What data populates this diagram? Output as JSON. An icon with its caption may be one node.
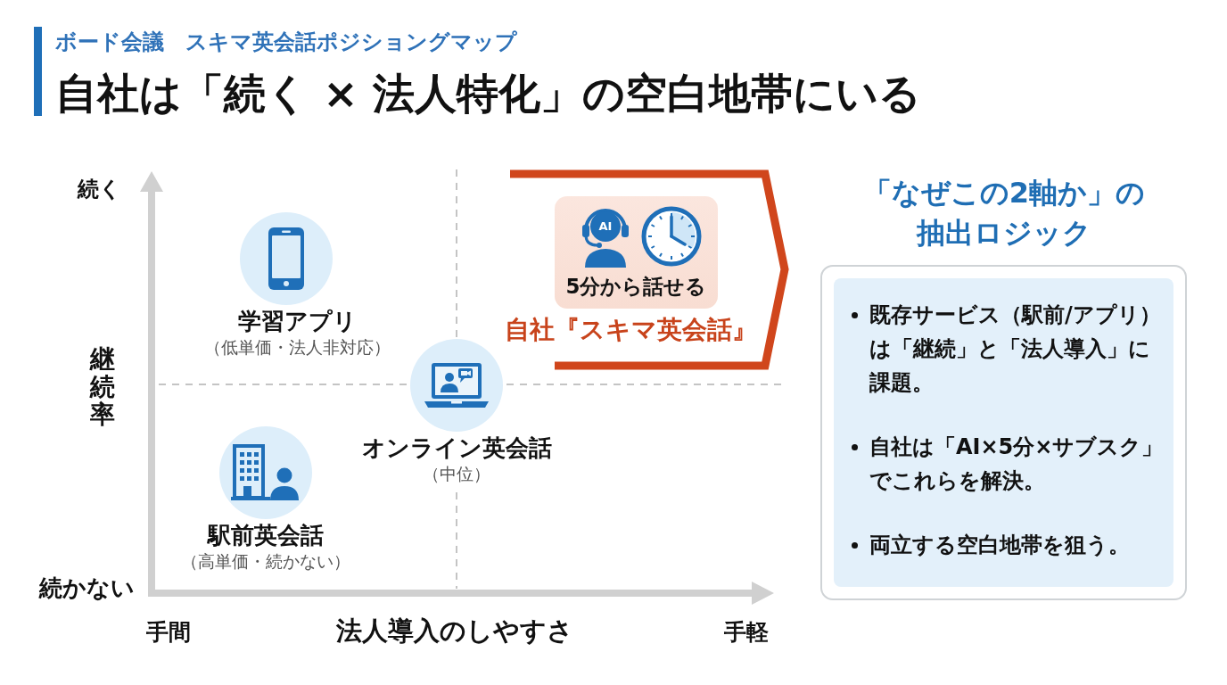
{
  "diagram": {
    "title": "自社は「続く × 法人特化」の空白地帯にいる",
    "nodes": [
      {
        "text": [
          "学習アプリ",
          "（低単価・法人非対応）"
        ]
      },
      {
        "text": [
          "自社『スキマ英会話』"
        ]
      },
      {
        "text": [
          "AI",
          "5分から話せる"
        ],
        "in": 1
      },
      {
        "text": [
          "オンライン英会話",
          "（中位）"
        ]
      },
      {
        "text": [
          "駅前英会話",
          "（高単価・続かない）"
        ]
      },
      {
        "text": [
          "「なぜこの2軸か」の抽出ロジック"
        ]
      },
      {
        "text": [
          "既存サービス（駅前/アプリ）は「継続」と「法人導入」に課題。",
          "自社は「AI×5分×サブスク」でこれらを解決。",
          "両立する空白地帯を狙う。"
        ],
        "in": 5
      }
    ],
    "labels": [
      "ボード会議　スキマ英会話ポジショングマップ",
      "続く",
      "継続率",
      "続かない",
      "手間",
      "法人導入のしやすさ",
      "手軽"
    ]
  }
}
